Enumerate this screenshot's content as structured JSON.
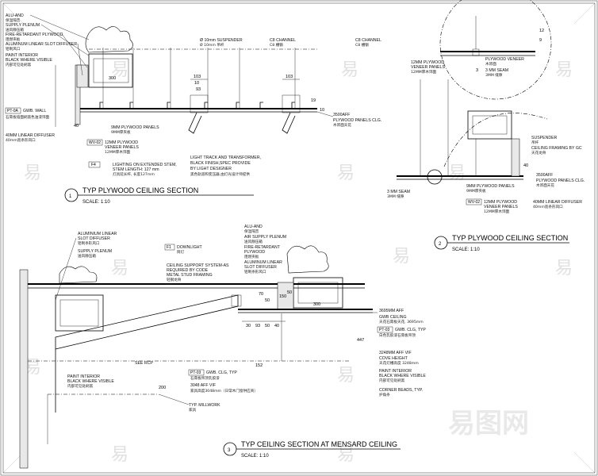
{
  "sections": [
    {
      "number": "1",
      "title": "TYP PLYWOOD CEILING SECTION",
      "scale": "SCALE: 1:10"
    },
    {
      "number": "2",
      "title": "TYP PLYWOOD CEILING SECTION",
      "scale": "SCALE: 1:10"
    },
    {
      "number": "3",
      "title": "TYP CEILING SECTION AT MENSARD CEILING",
      "scale": "SCALE: 1:10"
    }
  ],
  "s1": {
    "notes_left": [
      {
        "en": "ALU-AND",
        "cn": "保温隔音"
      },
      {
        "en": "SUPPLY PLENUM",
        "cn": "送风静压箱"
      },
      {
        "en": "FIRE-RETARDANT PLYWOOD",
        "cn": "阻燃夹板"
      },
      {
        "en": "ALUMINUM LINEAR SLOT DIFFUSER",
        "cn": "铝制风口"
      },
      {
        "en": "PAINT INTERIOR",
        "cn": ""
      },
      {
        "en": "BLACK WHERE VISIBLE",
        "cn": "内部可见处刷黑"
      }
    ],
    "pt_tag": "PT-0A",
    "gwb_wall": "GWB. WALL",
    "gwb_wall_cn": "石膏板墙面刷黑色油漆饰面",
    "suspender_a": "Ø 10mm SUSPENDER",
    "suspender_b": "Ø 10mm 吊杆",
    "c8_a": "C8 CHANNEL",
    "c8_a_cn": "C8 槽钢",
    "c8_b": "C8 CHANNEL",
    "c8_b_cn": "C8 槽钢",
    "diffuser_40": "40MM LINEAR DIFFUSER",
    "diffuser_40_cn": "40mm宽条形风口",
    "panels_9": "9MM PLYWOOD PANELS",
    "panels_9_cn": "9MM厚夹板",
    "wv_tag": "WV-02",
    "veneer_12": "12MM PLYWOOD",
    "veneer_12b": "VENEER PANELS",
    "veneer_12_cn": "12MM厚木饰面",
    "f4_tag": "F4",
    "lighting": "LIGHTING ON EXTENDED STEM,",
    "stem": "STEM LENGTH: 127 mm",
    "stem_cn": "灯具延长杆, 长度127mm",
    "track_1": "LIGHT TRACK AND TRANSFORMER,",
    "track_2": "BLACK FINISH,SPEC PROVIDE",
    "track_3": "BY LIGHT DESIGNER",
    "track_cn": "黑色轨道和变压器,由灯光设计师提供",
    "aff": "3500AFF",
    "ceiling": "PLYWOOD PANELS CLG.",
    "ceiling_cn": "木饰面天花",
    "dims": [
      "300",
      "103",
      "10",
      "93",
      "103",
      "40",
      "19",
      "10"
    ]
  },
  "s2": {
    "veneer_a": "12MM PLYWOOD",
    "veneer_b": "VENEER PANELS",
    "veneer_cn": "12MM厚木饰面",
    "plywood_veneer": "PLYWOOD VENEER",
    "plywood_veneer_cn": "木饰面",
    "seam": "3 MM SEAM",
    "seam_cn": "3MM 缝隙",
    "suspender": "SUSPENDER",
    "suspender_cn": "吊杆",
    "framing": "CEILING FRAMING BY GC",
    "framing_cn": "天花龙骨",
    "aff": "3500AFF",
    "ceiling": "PLYWOOD PANELS CLG.",
    "ceiling_cn": "木饰面天花",
    "panels_9": "9MM PLYWOOD PANELS",
    "panels_9_cn": "9MM厚夹板",
    "wv_tag": "WV-02",
    "veneer_12": "12MM PLYWOOD",
    "veneer_12b": "VENEER PANELS",
    "veneer_12_cn": "12MM厚木饰面",
    "diffuser": "40MM LINEAR DIFFUSER",
    "diffuser_cn": "40mm宽条形风口",
    "seam_l": "3 MM SEAM",
    "seam_l_cn": "3MM 缝隙",
    "dims": [
      "12",
      "9",
      "3",
      "40"
    ]
  },
  "s3": {
    "alu_linear": "ALUMINIUM LINEAR",
    "alu_linear_b": "SLOT DIFFUSER",
    "alu_linear_cn": "铝制条形风口",
    "supply": "SUPPLY PLENUM",
    "supply_cn": "送风静压箱",
    "f1_tag": "F1",
    "downlight": "DOWNLIGHT",
    "downlight_cn": "筒灯",
    "support_1": "CEILING SUPPORT SYSTEM-AS",
    "support_2": "REQUIRED BY CODE",
    "support_3": "METAL STUD FRAMING",
    "support_cn": "轻钢龙骨",
    "alu_and": "ALU-AND",
    "alu_and_cn": "保温隔音",
    "air_supply": "AIR SUPPLY PLENUM",
    "air_supply_cn": "送风静压箱",
    "fire_1": "FIRE-RETARDANT",
    "fire_2": "PLYWOOD",
    "fire_cn": "阻燃夹板",
    "alu_slot": "ALUMINUM LINEAR",
    "alu_slot_b": "SLOT DIFFUSER",
    "alu_slot_cn": "铝制条形风口",
    "aff_3695": "3695MM AFF",
    "gwb_ceiling": "GWB CEILING",
    "gwb_ceiling_cn": "天花石膏板天花, 3695mm",
    "pt_tag": "PT-03",
    "gwb_typ": "GWB. CLG, TYP",
    "gwb_typ_cn": "白色乳胶漆石膏板吊顶",
    "aff_3248": "3248MM AFF VIF",
    "cove": "COVE HEIGHT",
    "cove_cn": "天花灯槽高度 3248mm",
    "paint_1": "PAINT INTERIOR",
    "paint_2": "BLACK WHERE VISIBLE",
    "paint_cn": "内部可见处刷黑",
    "corner_1": "CORNER BEADS, TYP.",
    "corner_cn": "护角条",
    "paint_l1": "PAINT INTERIOR",
    "paint_l2": "BLACK WHERE VISIBLE",
    "paint_l_cn": "内部可见处刷黑",
    "see_rcp": "SEE  RCP",
    "pt_tag_b": "PT-03",
    "gwb_clg": "GWB. CLG, TYP",
    "gwb_clg_cn": "石膏板吊顶乳胶漆",
    "aff_3048": "3048 AFF VIF",
    "aff_3048_cn": "家具高度3048mm（日常木门窗供应商）",
    "millwork": "TYP. MILLWORK",
    "millwork_cn": "家具",
    "dims": [
      "200",
      "300",
      "150",
      "50",
      "93",
      "30",
      "50",
      "40",
      "152",
      "447",
      "70",
      "50"
    ]
  },
  "watermark": {
    "glyph": "易",
    "logo": "易图网"
  }
}
